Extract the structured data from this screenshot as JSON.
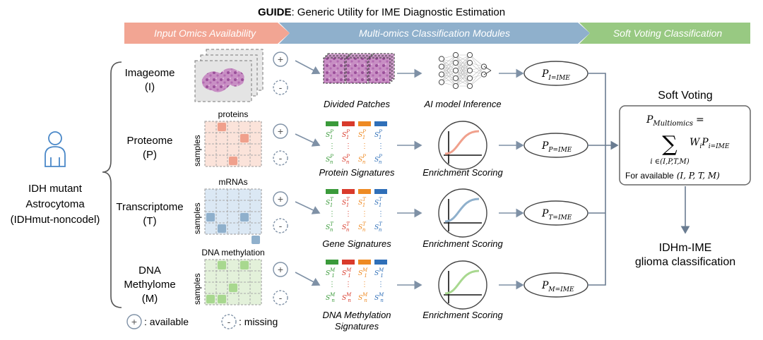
{
  "title": {
    "guide": "GUIDE",
    "rest": ": Generic Utility for IME Diagnostic Estimation"
  },
  "banners": {
    "input": "Input Omics Availability",
    "modules": "Multi-omics Classification Modules",
    "voting": "Soft Voting Classification"
  },
  "colors": {
    "banner_input": "#f2a593",
    "banner_modules": "#8fb0cc",
    "banner_voting": "#98c982",
    "protein_grid": "#fbe3da",
    "protein_cell": "#f0a08c",
    "mrna_grid": "#dbe8f4",
    "mrna_cell": "#8fb0cc",
    "dna_grid": "#e3f1da",
    "dna_cell": "#a8d88f",
    "arrow": "#7f91a6",
    "sig_green": "#3a9a3a",
    "sig_red": "#d93a2b",
    "sig_orange": "#ee8a22",
    "sig_blue": "#2f6fb8"
  },
  "patient": {
    "line1": "IDH mutant",
    "line2": "Astrocytoma",
    "line3": "(IDHmut-noncodel)"
  },
  "omics": [
    {
      "name": "Imageome",
      "abbr": "(I)",
      "feature_label": "",
      "grid": false
    },
    {
      "name": "Proteome",
      "abbr": "(P)",
      "feature_label": "proteins",
      "grid": true
    },
    {
      "name": "Transcriptome",
      "abbr": "(T)",
      "feature_label": "mRNAs",
      "grid": true
    },
    {
      "name": "DNA",
      "name2": "Methylome",
      "abbr": "(M)",
      "feature_label": "DNA methylation",
      "grid": true
    }
  ],
  "samples_label": "samples",
  "avail_symbol": "+",
  "missing_symbol": "-",
  "signature_captions": [
    "Divided Patches",
    "Protein Signatures",
    "Gene Signatures",
    "DNA Methylation",
    "Signatures"
  ],
  "inference_captions": [
    "AI model Inference",
    "Enrichment Scoring",
    "Enrichment Scoring",
    "Enrichment Scoring"
  ],
  "sig_superscripts": [
    "P",
    "T",
    "M"
  ],
  "probabilities": [
    {
      "base": "P",
      "sub": "I=IME"
    },
    {
      "base": "P",
      "sub": "P=IME"
    },
    {
      "base": "P",
      "sub": "T=IME"
    },
    {
      "base": "P",
      "sub": "M=IME"
    }
  ],
  "soft_voting": {
    "title": "Soft Voting",
    "lhs_base": "P",
    "lhs_sub": "Multiomics",
    "equals": "=",
    "sum": "∑",
    "sum_index": "i ∈(I,P,T,M)",
    "term_w": "W",
    "term_w_sub": "i",
    "term_p": "P",
    "term_p_sub": "i=IME",
    "for_available": "For available",
    "for_available_math": "(I, P, T, M)"
  },
  "result": {
    "line1": "IDHm-IME",
    "line2": "glioma classification"
  },
  "legend": {
    "available": ": available",
    "missing": ": missing"
  }
}
